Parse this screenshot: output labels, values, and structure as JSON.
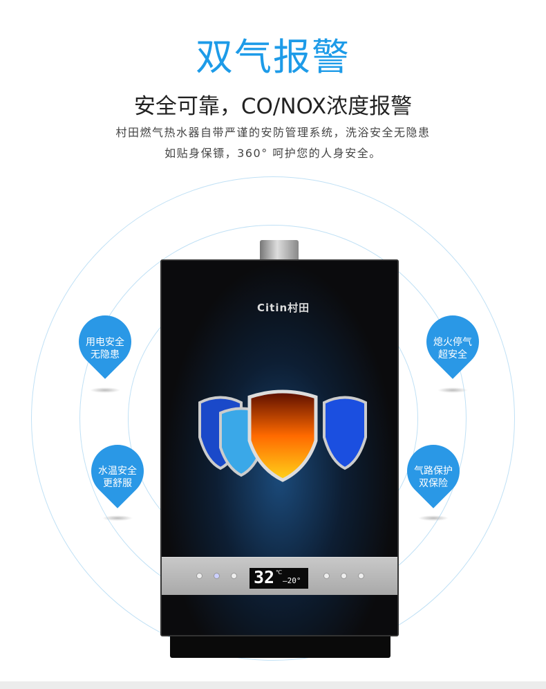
{
  "title": "双气报警",
  "subtitle": "安全可靠，CO/NOX浓度报警",
  "description": [
    "村田燃气热水器自带严谨的安防管理系统，洗浴安全无隐患",
    "如贴身保镖，360° 呵护您的人身安全。"
  ],
  "brand_logo": "Citin村田",
  "display": {
    "temperature": "32",
    "unit": "℃",
    "secondary": "—20°"
  },
  "features": [
    {
      "line1": "用电安全",
      "line2": "无隐患"
    },
    {
      "line1": "水温安全",
      "line2": "更舒服"
    },
    {
      "line1": "熄火停气",
      "line2": "超安全"
    },
    {
      "line1": "气路保护",
      "line2": "双保险"
    }
  ],
  "colors": {
    "accent": "#1d9be8",
    "pin": "#2a98e6"
  }
}
